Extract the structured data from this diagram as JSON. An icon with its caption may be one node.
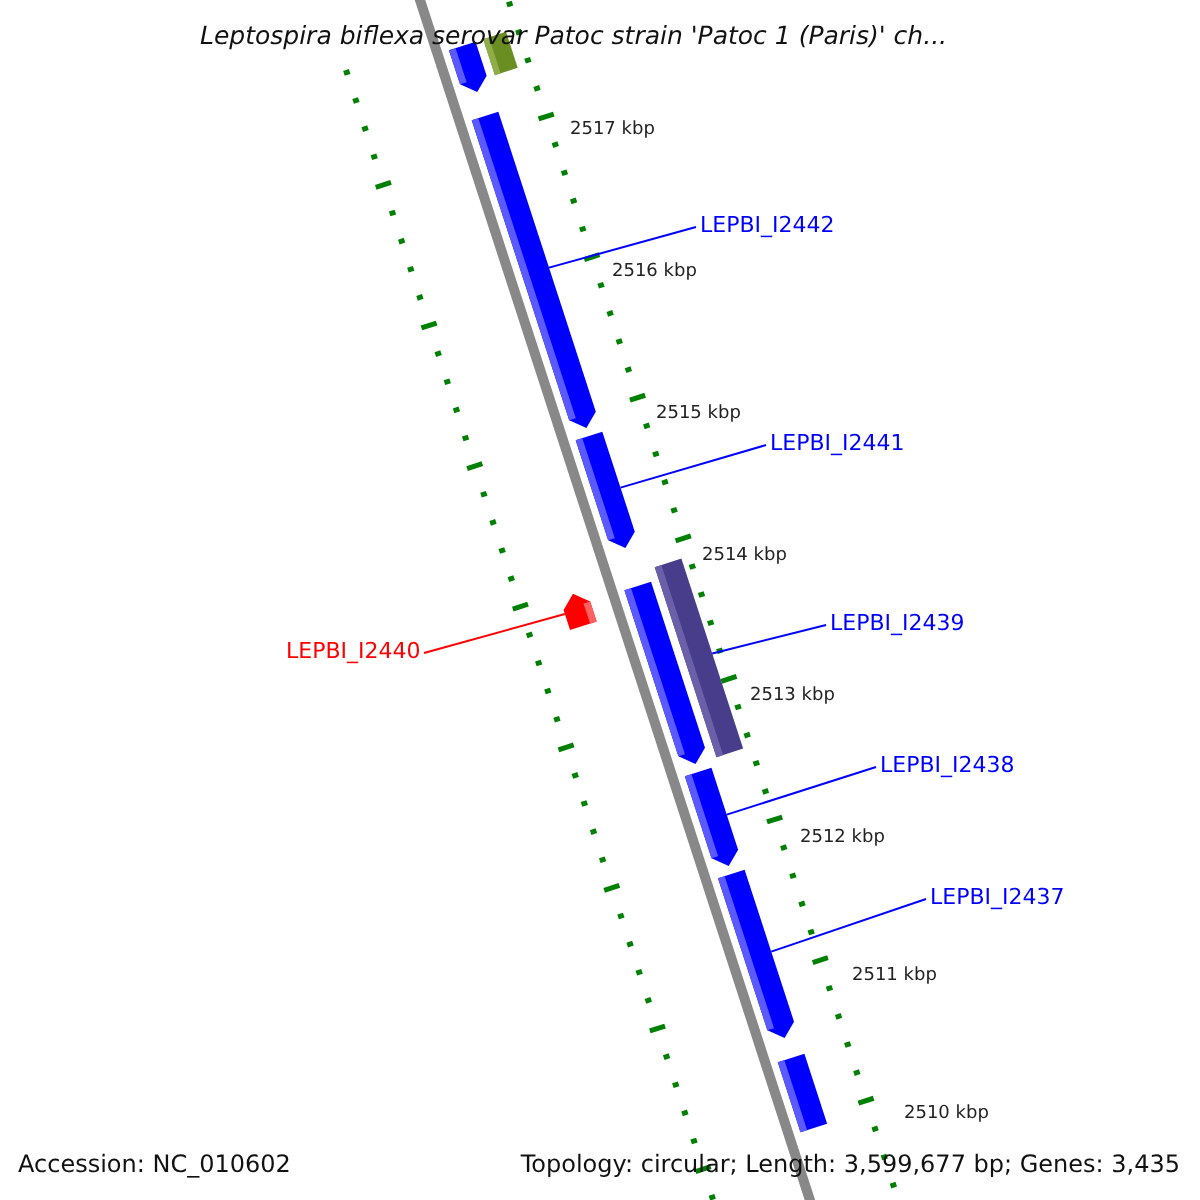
{
  "diagram": {
    "title": "Leptospira biflexa serovar Patoc strain 'Patoc 1 (Paris)' ch...",
    "nodes": [
      {
        "text": [],
        "shape": "bar"
      },
      {
        "text": [],
        "shape": "bar"
      },
      {
        "text": [
          "LEPBI_I2442"
        ]
      },
      {
        "text": [],
        "shape": "bar"
      },
      {
        "text": [
          "LEPBI_I2441"
        ]
      },
      {
        "text": [],
        "shape": "bar"
      },
      {
        "text": [],
        "shape": "bar"
      },
      {
        "text": [
          "LEPBI_I2440"
        ]
      },
      {
        "text": [
          "LEPBI_I2439"
        ]
      },
      {
        "text": [],
        "shape": "bar"
      },
      {
        "text": [],
        "shape": "bar"
      },
      {
        "text": [
          "LEPBI_I2438"
        ]
      },
      {
        "text": [],
        "shape": "bar"
      },
      {
        "text": [
          "LEPBI_I2437"
        ]
      },
      {
        "text": [],
        "shape": "bar"
      },
      {
        "text": [],
        "shape": "bar"
      }
    ],
    "edges": [
      {
        "from": 2,
        "to": 3,
        "arrow": "none"
      },
      {
        "from": 4,
        "to": 5,
        "arrow": "none"
      },
      {
        "from": 7,
        "to": 6,
        "arrow": "none",
        "color": "#ff0000"
      },
      {
        "from": 8,
        "to": 10,
        "arrow": "none"
      },
      {
        "from": 11,
        "to": 12,
        "arrow": "none"
      },
      {
        "from": 13,
        "to": 14,
        "arrow": "none"
      }
    ],
    "labels": [
      "2517 kbp",
      "2516 kbp",
      "2515 kbp",
      "2514 kbp",
      "2513 kbp",
      "2512 kbp",
      "2511 kbp",
      "2510 kbp",
      "Accession: NC_010602",
      "Topology: circular; Length: 3,599,677 bp; Genes: 3,435"
    ]
  }
}
